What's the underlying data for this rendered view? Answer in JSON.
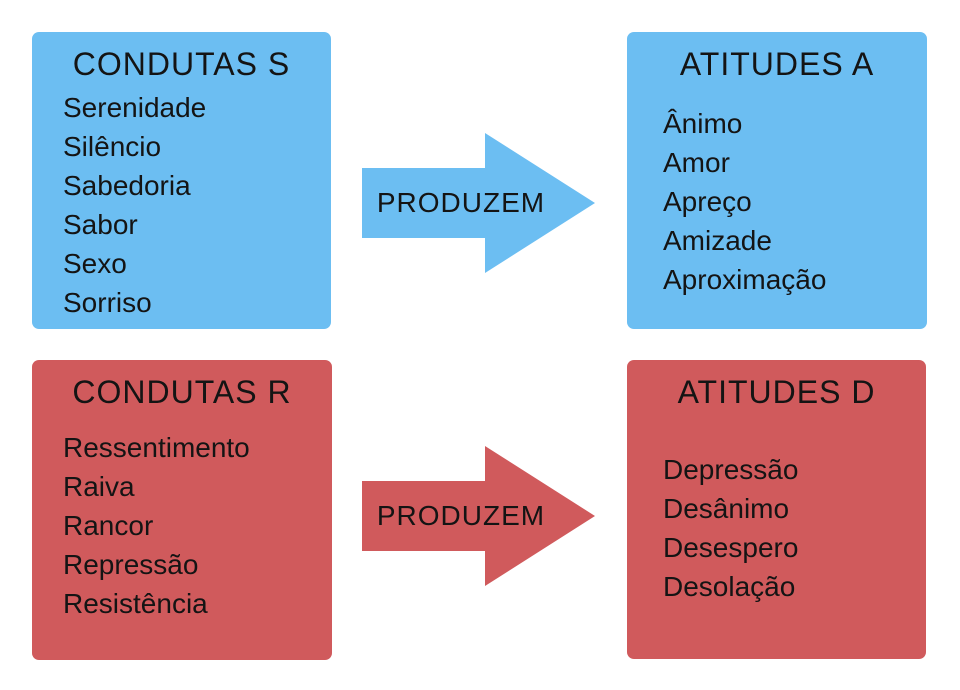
{
  "colors": {
    "box_blue": "#6CBEF2",
    "box_red": "#D05A5C",
    "text": "#141414",
    "background": "#FFFFFF"
  },
  "boxes": [
    {
      "title": "CONDUTAS S",
      "items": [
        "Serenidade",
        "Silêncio",
        "Sabedoria",
        "Sabor",
        "Sexo",
        "Sorriso"
      ]
    },
    {
      "title": "ATITUDES A",
      "items": [
        "Ânimo",
        "Amor",
        "Apreço",
        "Amizade",
        "Aproximação"
      ]
    },
    {
      "title": "CONDUTAS R",
      "items": [
        "Ressentimento",
        "Raiva",
        "Rancor",
        "Repressão",
        "Resistência"
      ]
    },
    {
      "title": "ATITUDES D",
      "items": [
        "Depressão",
        "Desânimo",
        "Desespero",
        "Desolação"
      ]
    }
  ],
  "arrows": [
    {
      "label": "PRODUZEM"
    },
    {
      "label": "PRODUZEM"
    }
  ]
}
